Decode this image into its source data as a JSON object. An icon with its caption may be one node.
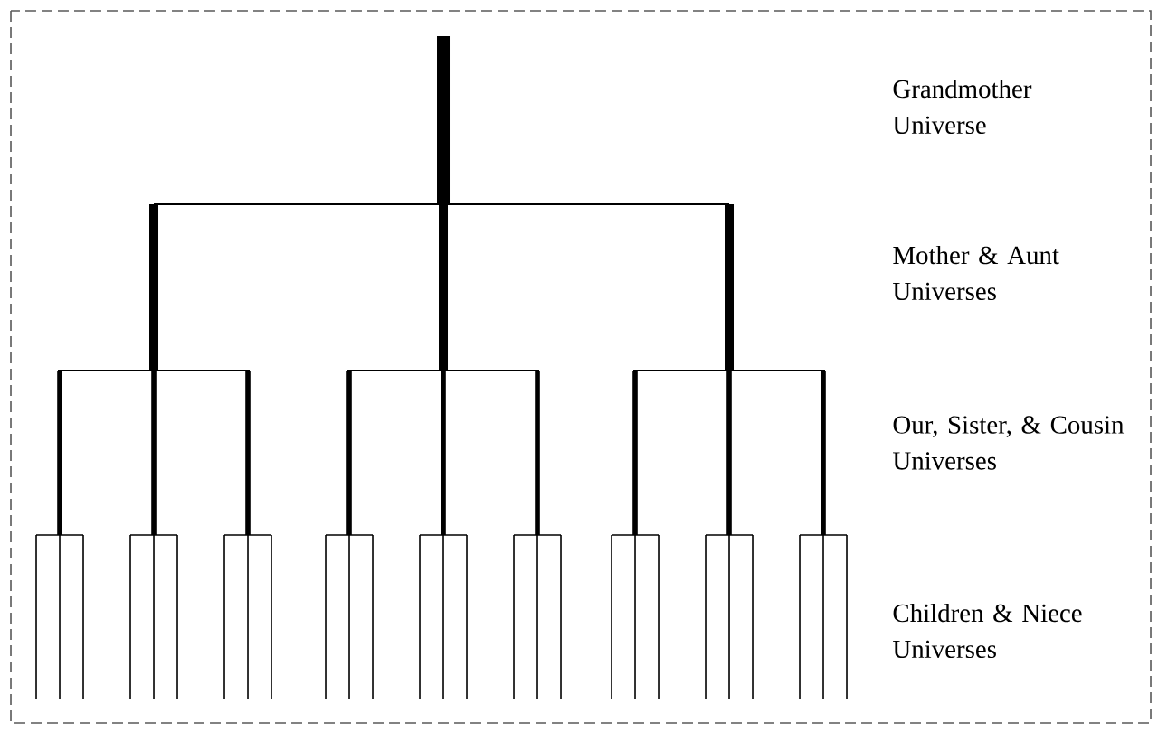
{
  "diagram": {
    "labels": [
      "Grandmother Universe",
      "Mother & Aunt Universes",
      "Our, Sister, & Cousin Universes",
      "Children & Niece Universes"
    ]
  }
}
